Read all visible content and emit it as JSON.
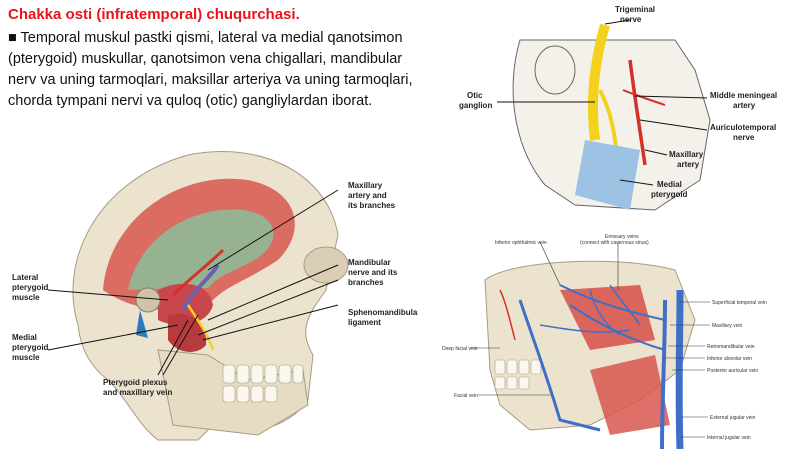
{
  "slide": {
    "title": "Chakka osti (infratemporal) chuqurchasi.",
    "body": "■ Temporal muskul pastki qismi, lateral va medial qanotsimon (pterygoid) muskullar, qanotsimon vena chigallari, mandibular nerv va uning tarmoqlari, maksillar arteriya va uning tarmoqlari, chorda tympani nervi va quloq (otic) gangliylardan iborat."
  },
  "figure_skull": {
    "labels": {
      "maxillary_1": "Maxillary",
      "maxillary_2": "artery and",
      "maxillary_3": "its branches",
      "mandibular_1": "Mandibular",
      "mandibular_2": "nerve and its",
      "mandibular_3": "branches",
      "spheno_1": "Sphenomandibular",
      "spheno_2": "ligament",
      "lateral_1": "Lateral",
      "lateral_2": "pterygoid",
      "lateral_3": "muscle",
      "medial_1": "Medial",
      "medial_2": "pterygoid",
      "medial_3": "muscle",
      "plexus_1": "Pterygoid plexus",
      "plexus_2": "and maxillary vein"
    }
  },
  "figure_trigeminal": {
    "labels": {
      "trig_1": "Trigeminal",
      "trig_2": "nerve",
      "otic_1": "Otic",
      "otic_2": "ganglion",
      "mma_1": "Middle meningeal",
      "mma_2": "artery",
      "auric_1": "Auriculotemporal",
      "auric_2": "nerve",
      "maxart_1": "Maxillary",
      "maxart_2": "artery",
      "medpt_1": "Medial",
      "medpt_2": "pterygoid"
    }
  },
  "figure_veins": {
    "labels": {
      "emissary_1": "Emissary veins",
      "emissary_2": "(connect with cavernous sinus)",
      "inf_ophthalmic": "Inferior ophthalmic vein",
      "sup_temporal": "Superficial temporal vein",
      "maxillary_vein": "Maxillary vein",
      "retromandibular": "Retromandibular vein",
      "inf_alveolar": "Inferior alveolar vein",
      "post_auricular": "Posterior auricular vein",
      "deep_facial": "Deep facial vein",
      "facial": "Facial vein",
      "ext_jugular": "External jugular vein",
      "int_jugular": "Internal jugular vein"
    }
  },
  "colors": {
    "title": "#e8141c",
    "bone": "#ece3cf",
    "muscle": "#d8574f",
    "artery": "#d2322a",
    "nerve": "#f2d21d",
    "vein": "#3f6fc7",
    "medial_pterygoid_blue": "#9cc3e4"
  }
}
